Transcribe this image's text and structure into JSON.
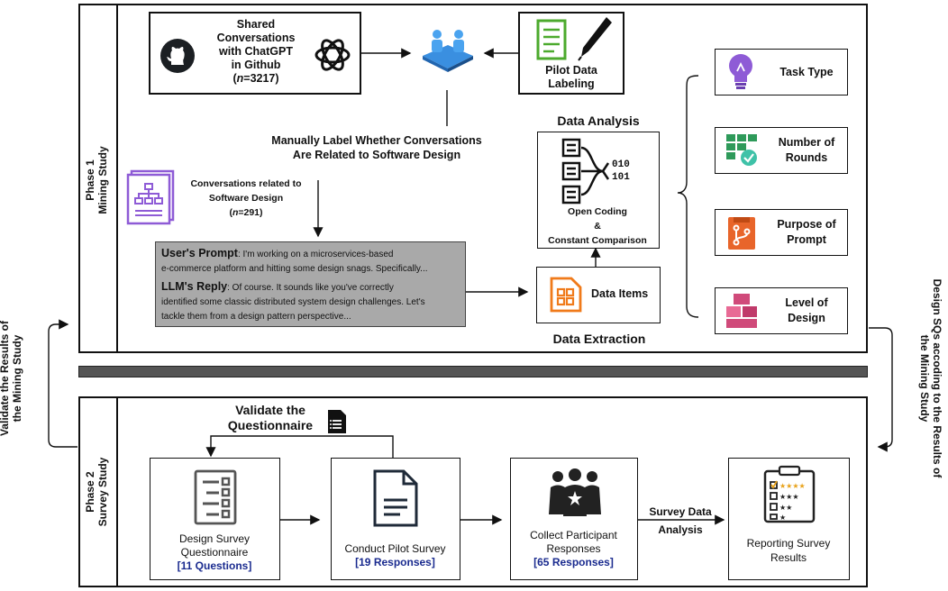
{
  "phase1": {
    "label_line1": "Phase 1",
    "label_line2": "Mining Study",
    "shared": {
      "line1": "Shared",
      "line2": "Conversations",
      "line3": "with ChatGPT",
      "line4": "in Github",
      "n_var": "n",
      "n_val": "=3217)"
    },
    "pilot_labeling": {
      "line1": "Pilot Data",
      "line2": "Labeling"
    },
    "manual_label": {
      "line1": "Manually Label Whether Conversations",
      "line2": "Are Related to Software Design"
    },
    "related": {
      "line1": "Conversations related to",
      "line2": "Software Design",
      "n_var": "n",
      "n_val": "=291)"
    },
    "conversation": {
      "user_label": "User's Prompt",
      "user_text1": ": I'm working on a microservices-based",
      "user_text2": "e-commerce platform and hitting some design snags. Specifically...",
      "llm_label": "LLM's Reply",
      "llm_text1": ": Of course. It sounds like you've correctly",
      "llm_text2": "identified some classic distributed system design challenges. Let's",
      "llm_text3": "tackle them from a design pattern perspective..."
    },
    "data_analysis_title": "Data Analysis",
    "open_coding": {
      "line1": "Open Coding",
      "line2": "&",
      "line3": "Constant Comparison"
    },
    "data_items": "Data Items",
    "data_extraction_title": "Data Extraction",
    "categories": [
      {
        "line1": "Task Type",
        "line2": "",
        "icon": "lightbulb-icon"
      },
      {
        "line1": "Number of",
        "line2": "Rounds",
        "icon": "grid-check-icon"
      },
      {
        "line1": "Purpose of",
        "line2": "Prompt",
        "icon": "branch-icon"
      },
      {
        "line1": "Level of",
        "line2": "Design",
        "icon": "boxes-icon"
      }
    ]
  },
  "phase2": {
    "label_line1": "Phase 2",
    "label_line2": "Survey Study",
    "validate_q": {
      "line1": "Validate the",
      "line2": "Questionnaire"
    },
    "steps": [
      {
        "line1": "Design Survey",
        "line2": "Questionnaire",
        "count": "[11 Questions]"
      },
      {
        "line1": "Conduct Pilot Survey",
        "line2": "",
        "count": "[19 Responses]"
      },
      {
        "line1": "Collect Participant",
        "line2": "Responses",
        "count": "[65 Responses]"
      },
      {
        "line1": "Reporting Survey",
        "line2": "Results",
        "count": ""
      }
    ],
    "survey_analysis": {
      "line1": "Survey Data",
      "line2": "Analysis"
    }
  },
  "side": {
    "left_line1": "Validate the Results of",
    "left_line2": "the Mining Study",
    "right_line1": "Design SQs accoding to the Results of",
    "right_line2": "the Mining Study"
  },
  "colors": {
    "purple": "#8e5bd6",
    "green": "#2e9a5a",
    "orange": "#e8652a",
    "pink": "#d04a7a",
    "blue_count": "#1a2b8f",
    "divider": "#555555",
    "conversation_bg": "#a9a9a9"
  }
}
